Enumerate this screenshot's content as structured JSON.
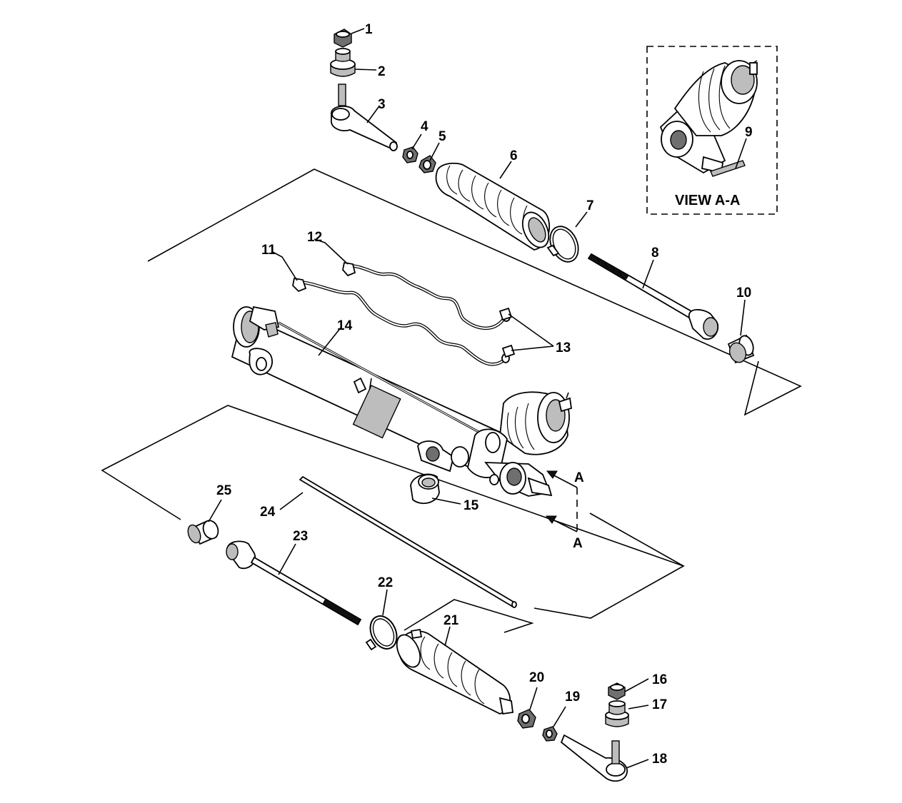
{
  "callouts": {
    "c1": "1",
    "c2": "2",
    "c3": "3",
    "c4": "4",
    "c5": "5",
    "c6": "6",
    "c7": "7",
    "c8": "8",
    "c9": "9",
    "c10": "10",
    "c11": "11",
    "c12": "12",
    "c13": "13",
    "c14": "14",
    "c15": "15",
    "c16": "16",
    "c17": "17",
    "c18": "18",
    "c19": "19",
    "c20": "20",
    "c21": "21",
    "c22": "22",
    "c23": "23",
    "c24": "24",
    "c25": "25"
  },
  "view": {
    "label": "VIEW A-A",
    "section_upper": "A",
    "section_lower": "A"
  }
}
